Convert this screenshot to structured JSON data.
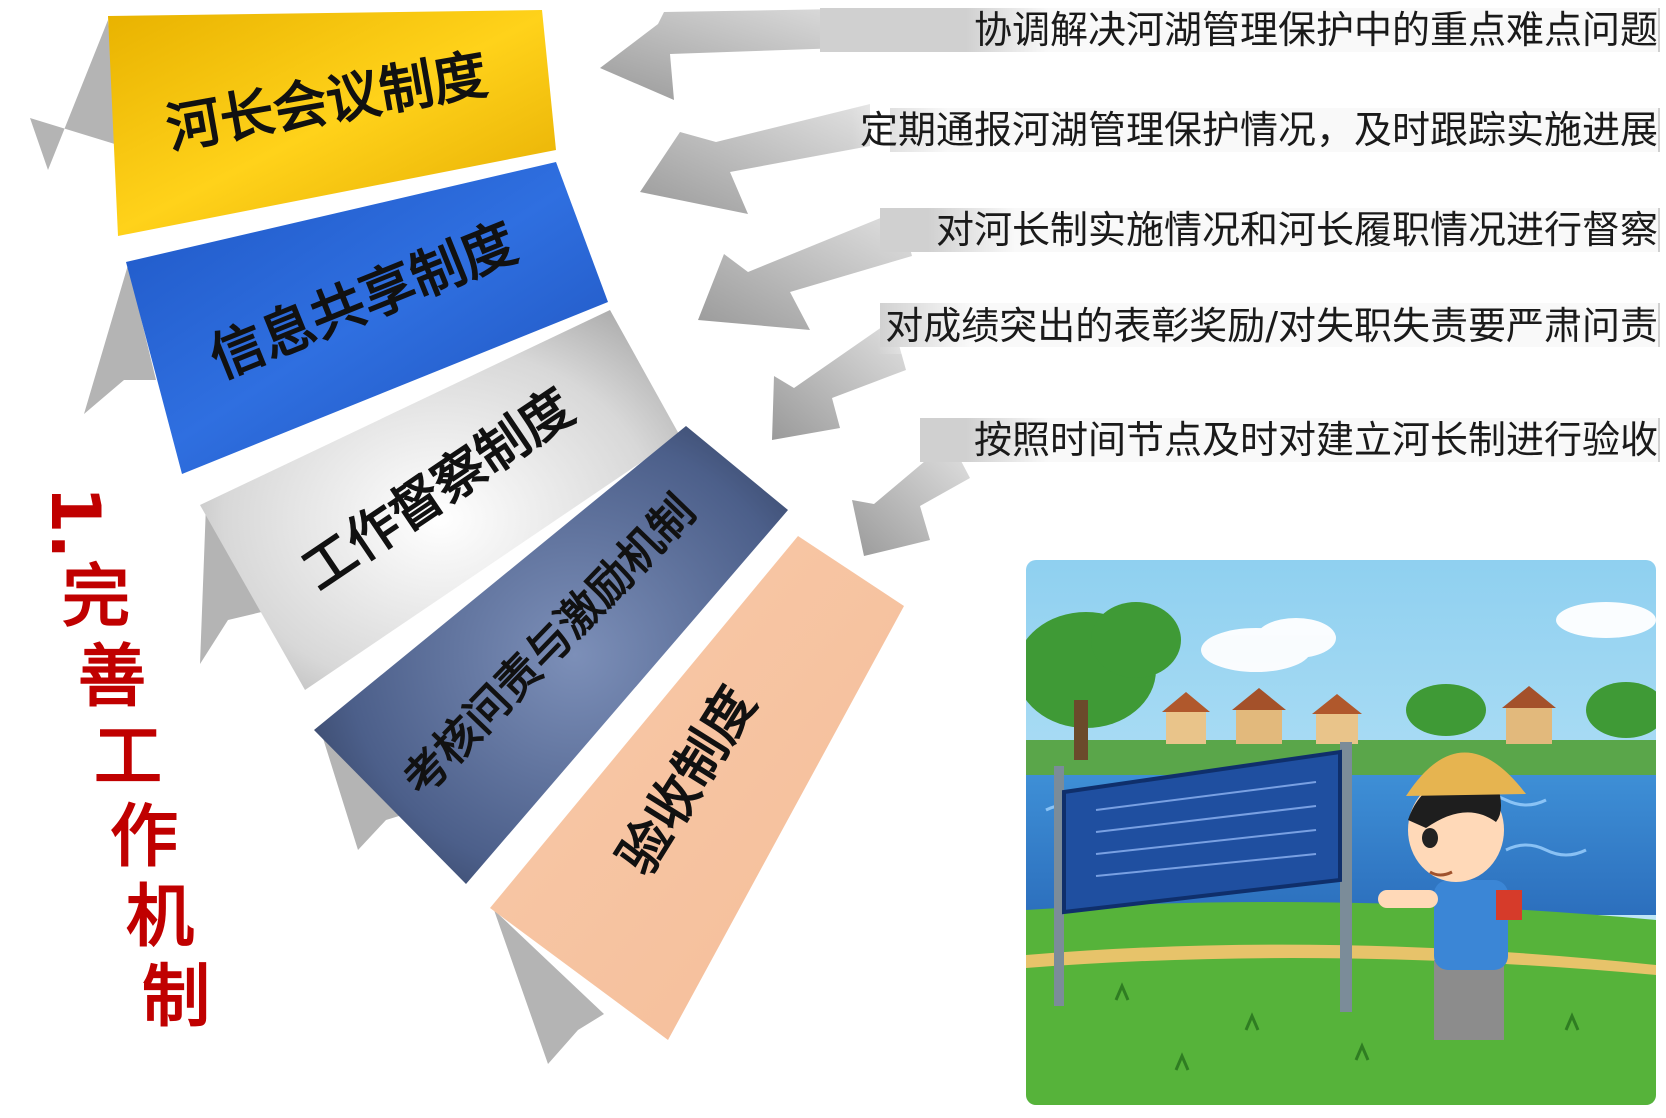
{
  "section_title": "1.完善工作机制",
  "section_title_color": "#c00000",
  "mechanisms": [
    {
      "label": "河长会议制度",
      "color": "#f5c400",
      "text_color": "#111111"
    },
    {
      "label": "信息共享制度",
      "color": "#1f5fd0",
      "text_color": "#111111"
    },
    {
      "label": "工作督察制度",
      "color": "#d9d9d9",
      "text_color": "#111111"
    },
    {
      "label": "考核问责与激励机制",
      "color": "#3c4f7a",
      "text_color": "#111111"
    },
    {
      "label": "验收制度",
      "color": "#f8c7a6",
      "text_color": "#111111"
    }
  ],
  "descriptions": [
    "协调解决河湖管理保护中的重点难点问题",
    "定期通报河湖管理保护情况，及时跟踪实施进展",
    "对河长制实施情况和河长履职情况进行督察",
    "对成绩突出的表彰奖励/对失职失责要严肃问责",
    "按照时间节点及时对建立河长制进行验收"
  ],
  "arrow_color": "#b3b3b3"
}
